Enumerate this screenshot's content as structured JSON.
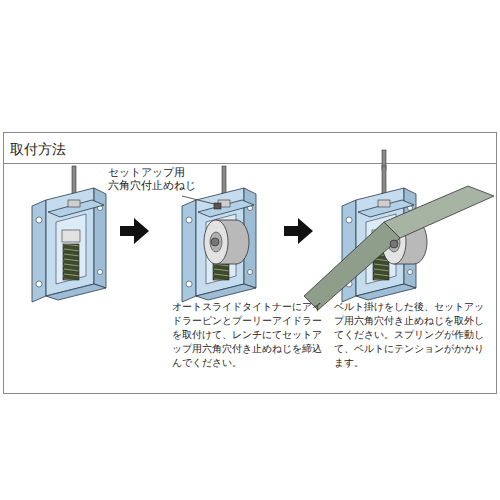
{
  "diagram": {
    "title": "取付方法",
    "labels": [
      "セットアップ用 六角穴付止めねじ",
      "オートスライドタイトナーにアイドラーピンとプーリーアイドラーを取付けて、レンチにてセットアップ用六角穴付き止めねじを締込んでください。",
      "ベルト掛けをした後、セットアップ用六角穴付き止めねじを取外してください。スプリングが作動して、ベルトにテンションがかかります。"
    ]
  }
}
